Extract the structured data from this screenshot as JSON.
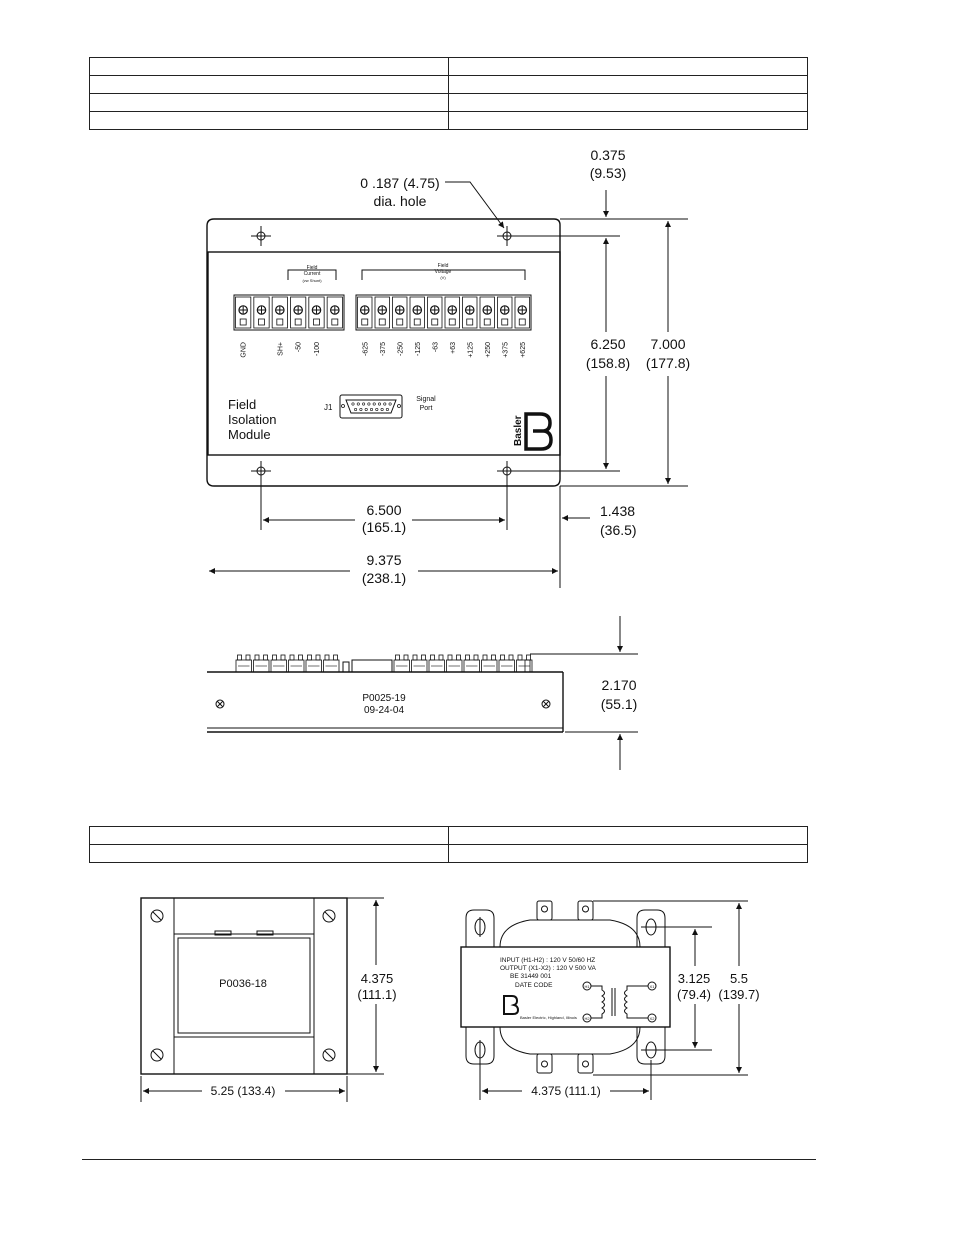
{
  "field_module_top": {
    "hole_label_1": "0 .187 (4.75)",
    "hole_label_2": "dia. hole",
    "dim_offset": [
      "0.375",
      "(9.53)"
    ],
    "dim_height_inner": [
      "6.250",
      "(158.8)"
    ],
    "dim_height_outer": [
      "7.000",
      "(177.8)"
    ],
    "dim_hole_spacing": [
      "6.500",
      "(165.1)"
    ],
    "dim_side": [
      "1.438",
      "(36.5)"
    ],
    "dim_width": [
      "9.375",
      "(238.1)"
    ],
    "current_header": [
      "Field",
      "Current",
      "(vw Shunt)"
    ],
    "voltage_header": [
      "Field",
      "Voltage",
      "(V)"
    ],
    "current_terminals": [
      "GND",
      "",
      "SH+",
      "-50",
      "-100",
      ""
    ],
    "voltage_terminals": [
      "-625",
      "-375",
      "-250",
      "-125",
      "-63",
      "+63",
      "+125",
      "+250",
      "+375",
      "+625"
    ],
    "connector_label": "J1",
    "connector_caption": [
      "Signal",
      "Port"
    ],
    "module_name": [
      "Field",
      "Isolation",
      "Module"
    ],
    "brand": "Basler"
  },
  "field_module_side": {
    "part_number": "P0025-19",
    "date": "09-24-04",
    "dim_depth": [
      "2.170",
      "(55.1)"
    ]
  },
  "transformer_front": {
    "part_number": "P0036-18",
    "dim_height": [
      "4.375",
      "(111.1)"
    ],
    "dim_width": "5.25 (133.4)"
  },
  "transformer_top": {
    "nameplate": [
      "INPUT (H1-H2) : 120 V   50/60 HZ",
      "OUTPUT (X1-X2) : 120 V   500 VA",
      "BE 31449 001",
      "DATE CODE"
    ],
    "maker": "Basler Electric, Highland, Illinois",
    "dim_hole_spacing_v": [
      "3.125",
      "(79.4)"
    ],
    "dim_height": [
      "5.5",
      "(139.7)"
    ],
    "dim_hole_spacing_h": "4.375 (111.1)"
  }
}
